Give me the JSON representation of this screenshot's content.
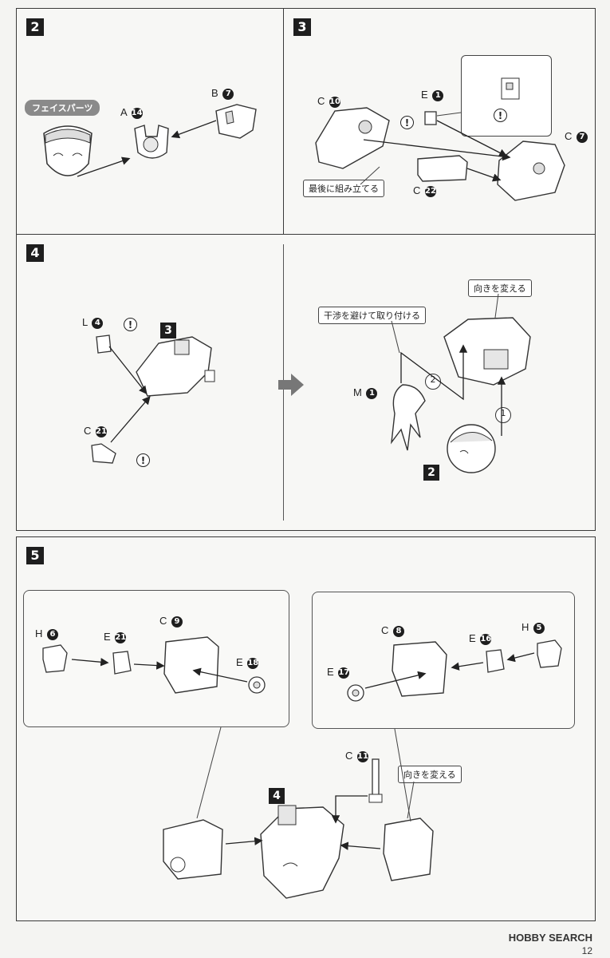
{
  "steps": {
    "s2": {
      "badge": "2",
      "face_callout": "フェイスパーツ",
      "partA": "A",
      "partA_num": "14",
      "partB": "B",
      "partB_num": "7"
    },
    "s3": {
      "badge": "3",
      "partC10": "C",
      "partC10_num": "10",
      "partE1": "E",
      "partE1_num": "1",
      "partC7": "C",
      "partC7_num": "7",
      "partC22": "C",
      "partC22_num": "22",
      "assemble_last": "最後に組み立てる"
    },
    "s4": {
      "badge": "4",
      "partL": "L",
      "partL_num": "4",
      "partC21": "C",
      "partC21_num": "21",
      "ref3": "3",
      "partM": "M",
      "partM_num": "1",
      "ref2": "2",
      "avoid_label": "干渉を避けて取り付ける",
      "turn_label": "向きを変える",
      "order1": "1",
      "order2": "2"
    },
    "s5": {
      "badge": "5",
      "partH6": "H",
      "partH6_num": "6",
      "partE21": "E",
      "partE21_num": "21",
      "partC9": "C",
      "partC9_num": "9",
      "partE18": "E",
      "partE18_num": "18",
      "partC8": "C",
      "partC8_num": "8",
      "partE16": "E",
      "partE16_num": "16",
      "partH5": "H",
      "partH5_num": "5",
      "partE17": "E",
      "partE17_num": "17",
      "partC11": "C",
      "partC11_num": "11",
      "turn_label": "向きを変える",
      "ref4": "4"
    }
  },
  "warning_symbol": "!",
  "footer": {
    "logo": "HOBBY SEARCH",
    "page": "12"
  }
}
